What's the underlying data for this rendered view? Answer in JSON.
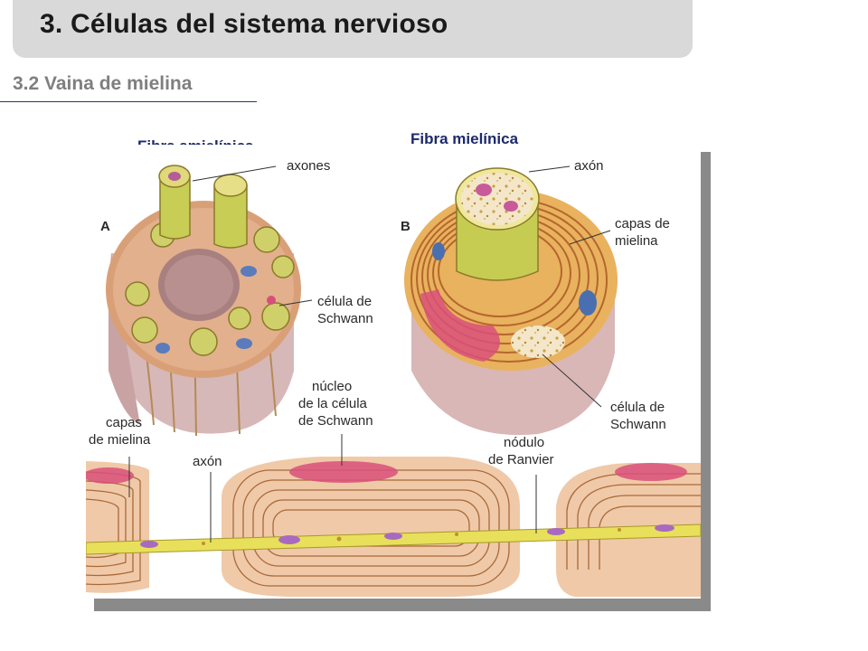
{
  "header": {
    "title": "3. Células del sistema nervioso",
    "subtitle": "3.2 Vaina de mielina"
  },
  "captions": {
    "amielinic": "Fibra amielínica",
    "mielinic": "Fibra mielínica"
  },
  "figure": {
    "panel_a": "A",
    "panel_b": "B",
    "labels": {
      "axones": "axones",
      "celula_schwann_a_l1": "célula de",
      "celula_schwann_a_l2": "Schwann",
      "axon_b": "axón",
      "capas_b_l1": "capas de",
      "capas_b_l2": "mielina",
      "celula_schwann_b_l1": "célula de",
      "celula_schwann_b_l2": "Schwann",
      "nucleo_l1": "núcleo",
      "nucleo_l2": "de la célula",
      "nucleo_l3": "de Schwann",
      "capas_bottom_l1": "capas",
      "capas_bottom_l2": "de mielina",
      "axon_bottom": "axón",
      "nodulo_l1": "nódulo",
      "nodulo_l2": "de Ranvier"
    }
  },
  "colors": {
    "title_bar": "#d9d9d9",
    "caption_blue": "#1c2a6b",
    "subtitle_gray": "#7f7f7f",
    "axon_yellow": "#d9d64a",
    "myelin_tan": "#e8b98a",
    "myelin_line": "#a86a3a",
    "nucleus_pink": "#d4507a",
    "nucleus_blue": "#4a6fb0"
  }
}
